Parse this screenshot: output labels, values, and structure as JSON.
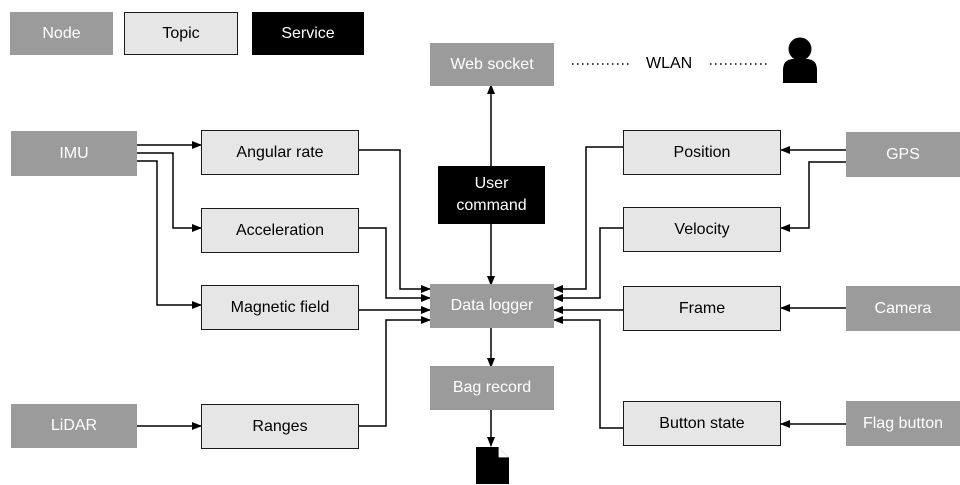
{
  "legend": {
    "node": "Node",
    "topic": "Topic",
    "service": "Service"
  },
  "nodes": {
    "web_socket": "Web socket",
    "imu": "IMU",
    "gps": "GPS",
    "data_logger": "Data logger",
    "camera": "Camera",
    "bag_record": "Bag record",
    "lidar": "LiDAR",
    "flag_button": "Flag button"
  },
  "topics": {
    "angular_rate": "Angular rate",
    "acceleration": "Acceleration",
    "magnetic_field": "Magnetic field",
    "ranges": "Ranges",
    "position": "Position",
    "velocity": "Velocity",
    "frame": "Frame",
    "button_state": "Button state"
  },
  "services": {
    "user_command_1": "User",
    "user_command_2": "command"
  },
  "wlan_label": "WLAN",
  "colors": {
    "node": "#9b9b9b",
    "topic": "#e6e6e6",
    "service": "#000000",
    "line": "#000000"
  },
  "icons": {
    "user": "user-icon",
    "file": "file-icon"
  }
}
